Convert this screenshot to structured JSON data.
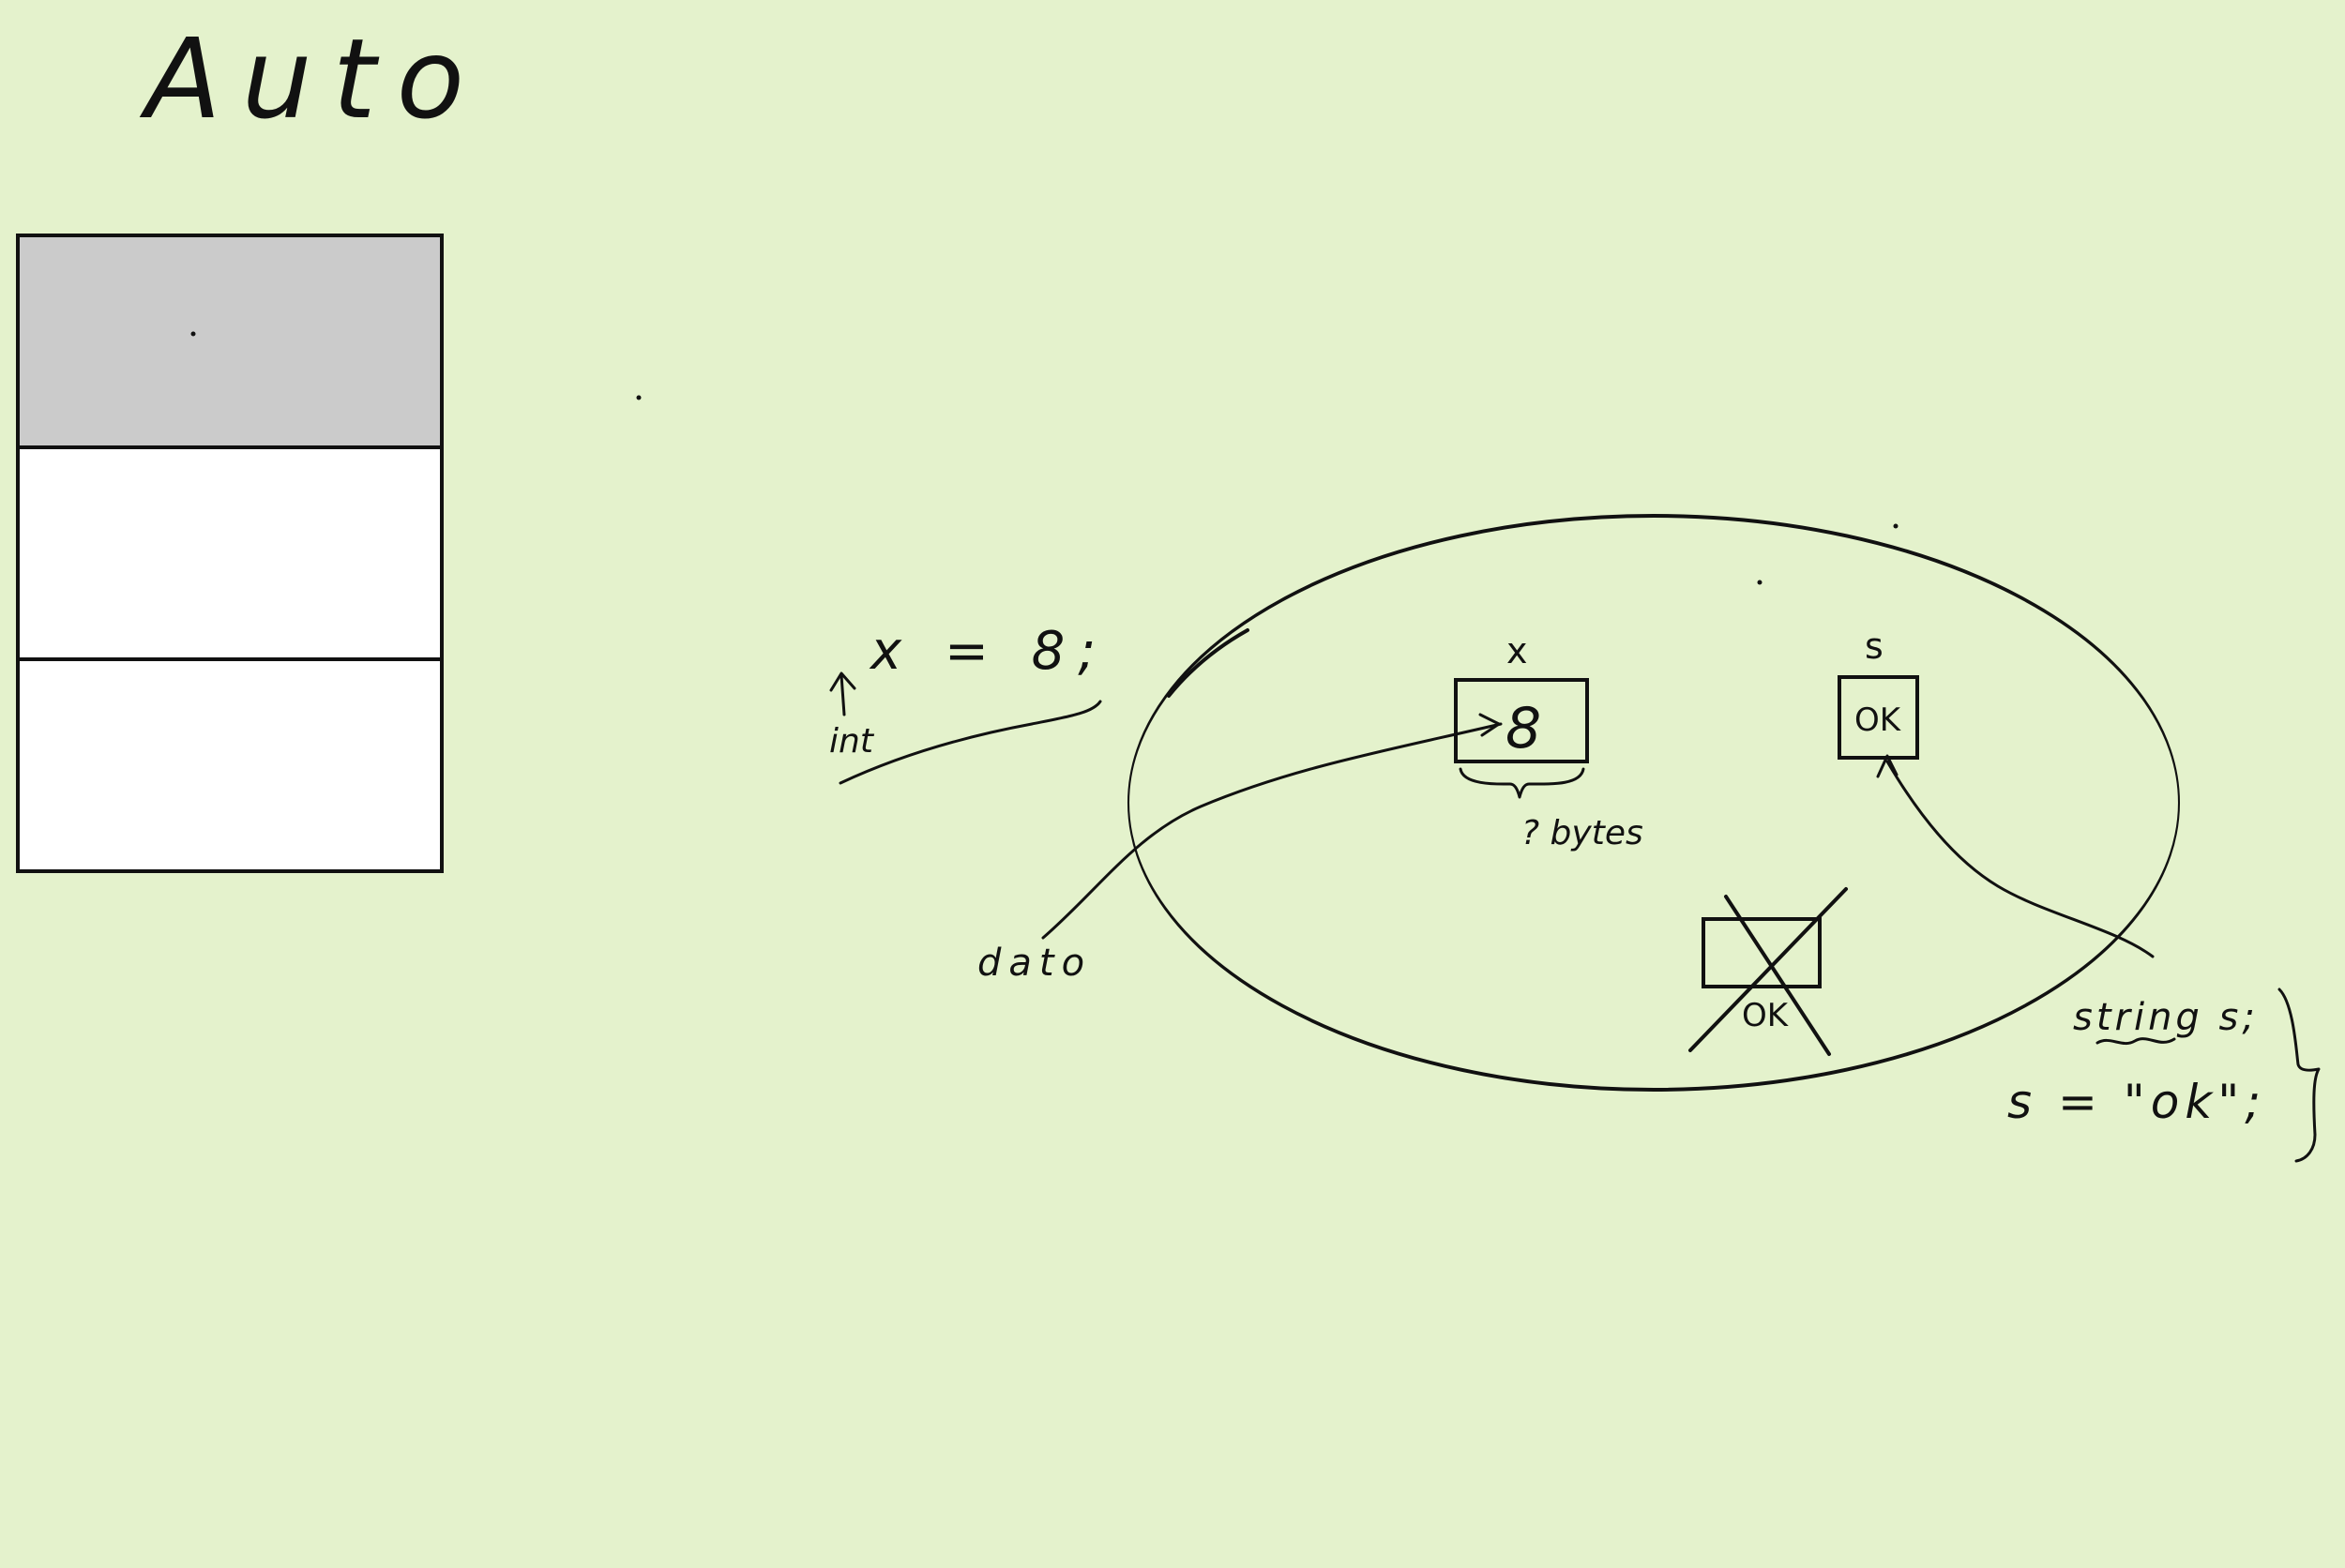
{
  "page": {
    "background": "#e4f2cc"
  },
  "title": "Auto",
  "stack_panel": {
    "cell_colors": [
      "#cbcbcb",
      "#ffffff",
      "#ffffff"
    ]
  },
  "diagram": {
    "statement_int": "x = 8;",
    "type_int": "int",
    "label_dato": "dato",
    "var_x_name": "x",
    "var_x_value": "8",
    "bytes_note": "? bytes",
    "var_s_name": "s",
    "var_s_value": "OK",
    "crossed_value": "OK",
    "statement_string_decl": "string s;",
    "statement_string_assign": "s = \"ok\";"
  }
}
